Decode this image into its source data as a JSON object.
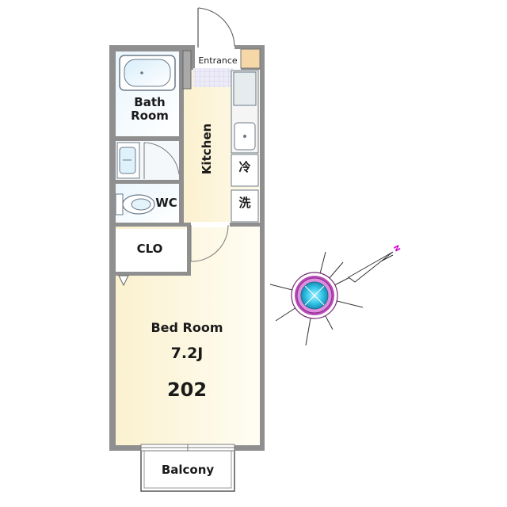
{
  "floorplan": {
    "rooms": {
      "entrance": "Entrance",
      "bath": "Bath\nRoom",
      "kitchen": "Kitchen",
      "fridge": "冷",
      "washer": "洗",
      "wc": "WC",
      "closet": "CLO",
      "bedroom": "Bed Room",
      "bedroom_size": "7.2J",
      "unit_number": "202",
      "balcony": "Balcony"
    },
    "compass": {
      "north_label": "N"
    }
  }
}
